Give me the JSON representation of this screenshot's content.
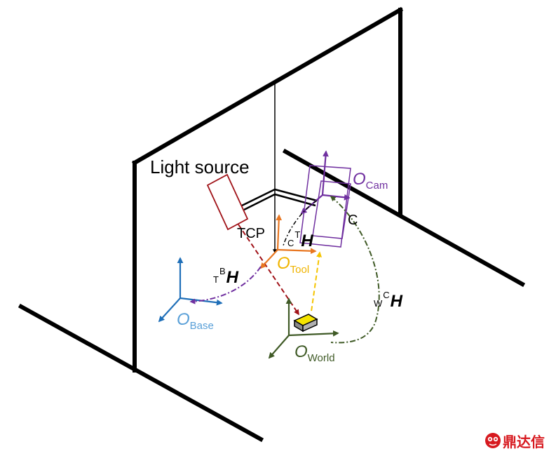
{
  "colors": {
    "frame": "#000000",
    "light_source": "#a01218",
    "camera": "#7030a0",
    "tool": "#e87722",
    "tool_label": "#f0b400",
    "base": "#1f6fb8",
    "base_label": "#5aa0d8",
    "world": "#3f5a26",
    "watermark": "#d7191f"
  },
  "labels": {
    "light_source": "Light source",
    "tcp": "TCP",
    "camera_point": "C",
    "frame_cam": {
      "main": "O",
      "sub": "Cam"
    },
    "frame_tool": {
      "main": "O",
      "sub": "Tool"
    },
    "frame_base": {
      "main": "O",
      "sub": "Base"
    },
    "frame_world": {
      "main": "O",
      "sub": "World"
    },
    "h_camera_tool": {
      "sub": "C",
      "sup": "T",
      "main": "H"
    },
    "h_tool_base": {
      "sub": "T",
      "sup": "B",
      "main": "H"
    },
    "h_world_camera": {
      "sub": "W",
      "sup": "C",
      "main": "H"
    }
  },
  "watermark": {
    "text": "鼎达信",
    "icon": "monkey-face-logo"
  }
}
